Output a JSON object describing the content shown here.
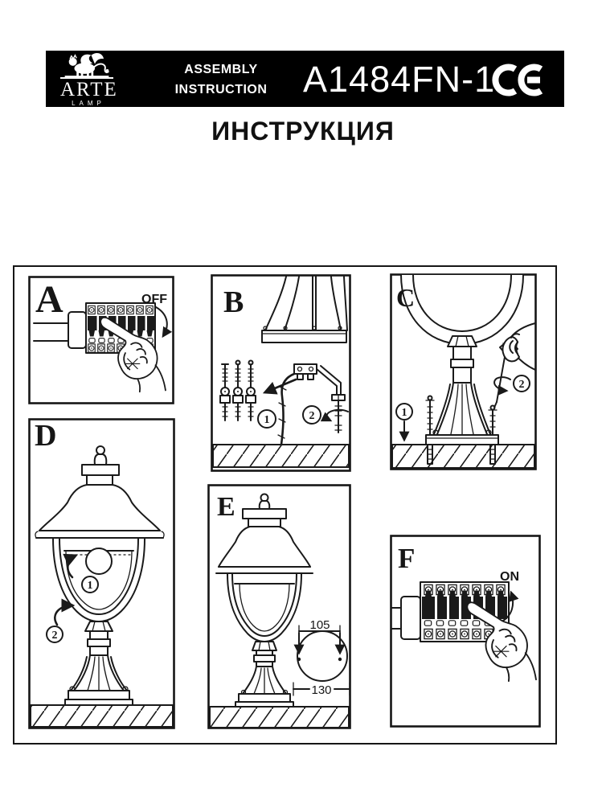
{
  "header": {
    "logo": {
      "brand": "ARTE",
      "sub": "LAMP"
    },
    "doc_type_line1": "ASSEMBLY",
    "doc_type_line2": "INSTRUCTION",
    "model": "A1484FN-1",
    "certification_mark": "CE"
  },
  "title": "ИНСТРУКЦИЯ",
  "panels": {
    "a": {
      "letter": "A",
      "state": "OFF"
    },
    "b": {
      "letter": "B",
      "step1": "1",
      "step2": "2"
    },
    "c": {
      "letter": "C",
      "step1": "1",
      "step2": "2"
    },
    "d": {
      "letter": "D",
      "step1": "1",
      "step2": "2"
    },
    "e": {
      "letter": "E",
      "dim_top": "105",
      "dim_bottom": "130"
    },
    "f": {
      "letter": "F",
      "state": "ON"
    }
  },
  "icons": {
    "brand_logo": "winged-lion",
    "certification": "CE-mark",
    "ground": "hatched-ground",
    "hand": "pointing-hand"
  },
  "colors": {
    "ink": "#1a1a1a",
    "header_bg": "#000000",
    "header_fg": "#ffffff",
    "paper": "#ffffff"
  }
}
